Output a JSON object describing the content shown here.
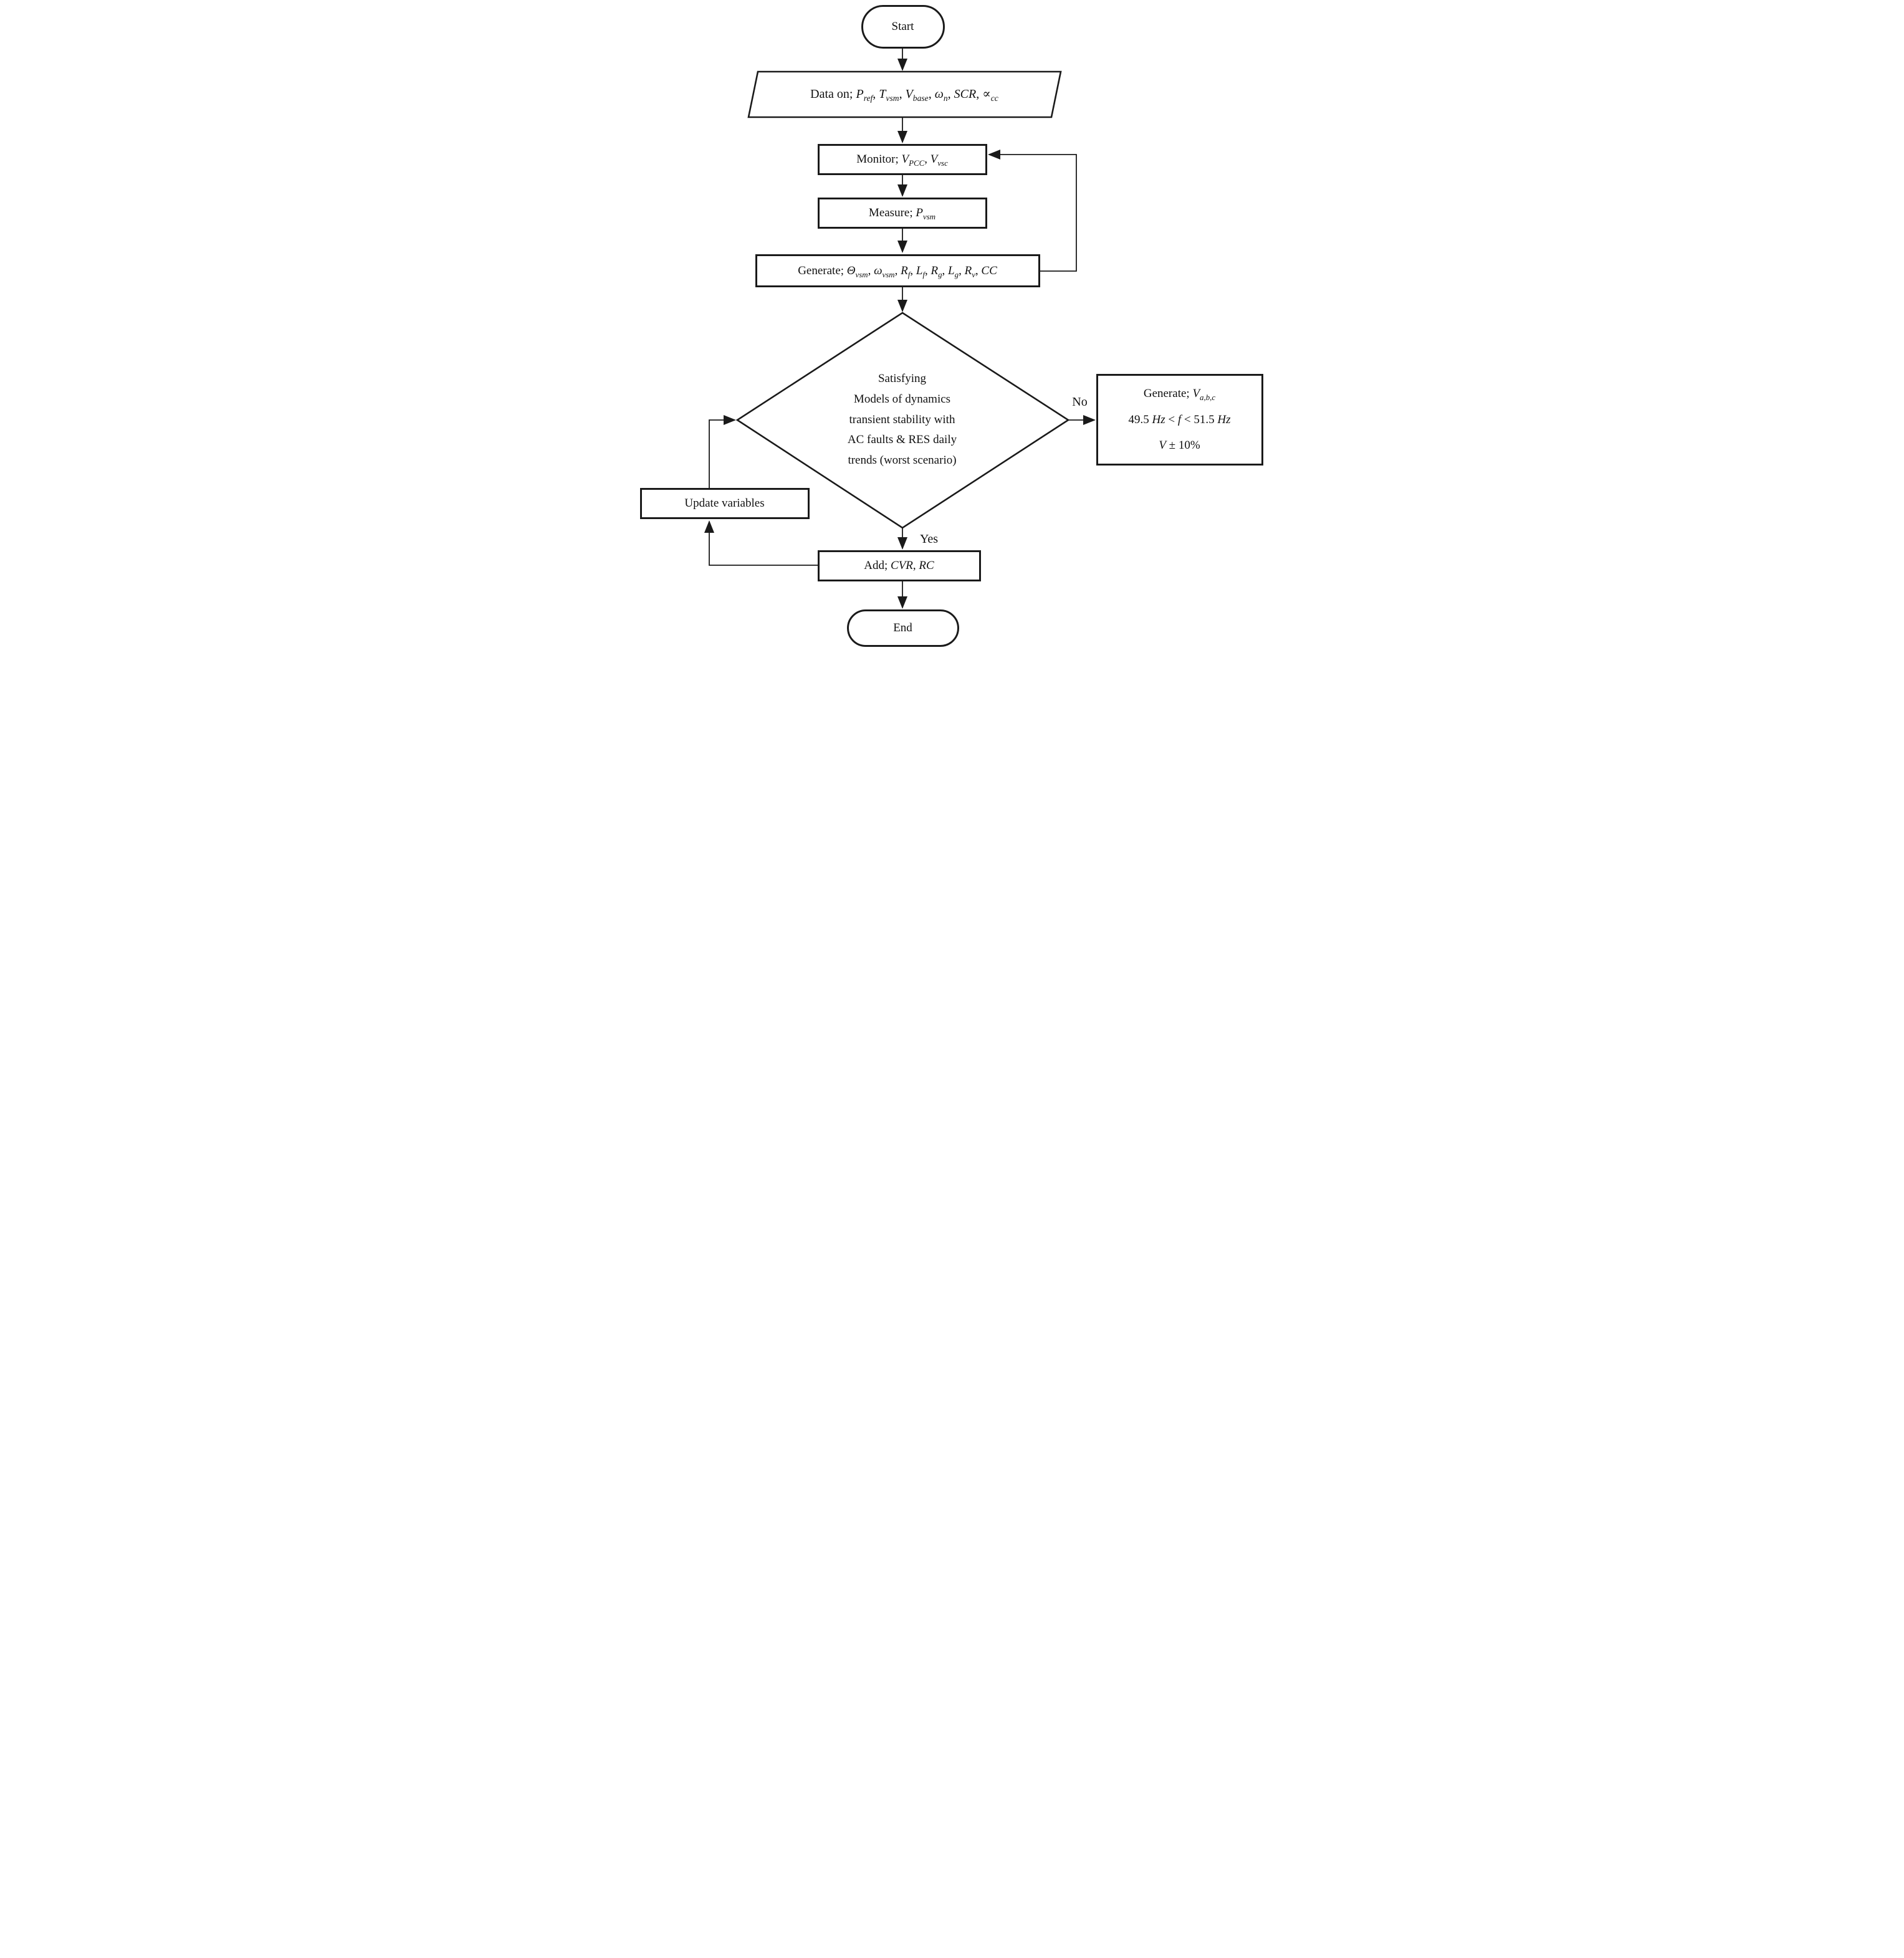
{
  "figure": {
    "kind": "flowchart",
    "colors": {
      "ink": "#1a1a1a",
      "background": "#ffffff"
    }
  },
  "nodes": {
    "start": {
      "shape": "terminator",
      "label": "Start"
    },
    "data_input": {
      "shape": "parallelogram",
      "label": "Data on; *P*~ref~, *T*~vsm~, *V*~base~, *ω*~n~, *SCR*, ∝~cc~"
    },
    "monitor": {
      "shape": "process",
      "label": "Monitor; *V*~PCC~, *V*~vsc~"
    },
    "measure": {
      "shape": "process",
      "label": "Measure; *P*~vsm~"
    },
    "generate": {
      "shape": "process",
      "label": "Generate; *Θ*~vsm~, *ω*~vsm~, *R*~f~, *L*~f~, *R*~g~, *L*~g~, *R*~v~, *CC*"
    },
    "decision": {
      "shape": "decision",
      "lines": [
        "Satisfying",
        "Models of dynamics",
        "transient stability with",
        "AC faults & RES daily",
        "trends (worst scenario)"
      ]
    },
    "no_output": {
      "shape": "process",
      "lines": [
        "Generate; *V*~a,b,c~",
        "49.5 *Hz*  < *f*  < 51.5 *Hz*",
        "*V*  ± 10%"
      ]
    },
    "update": {
      "shape": "process",
      "label": "Update variables"
    },
    "add": {
      "shape": "process",
      "label": "Add;  *CVR*, *RC*"
    },
    "end": {
      "shape": "terminator",
      "label": "End"
    }
  },
  "edges": {
    "yes_label": "Yes",
    "no_label": "No"
  }
}
